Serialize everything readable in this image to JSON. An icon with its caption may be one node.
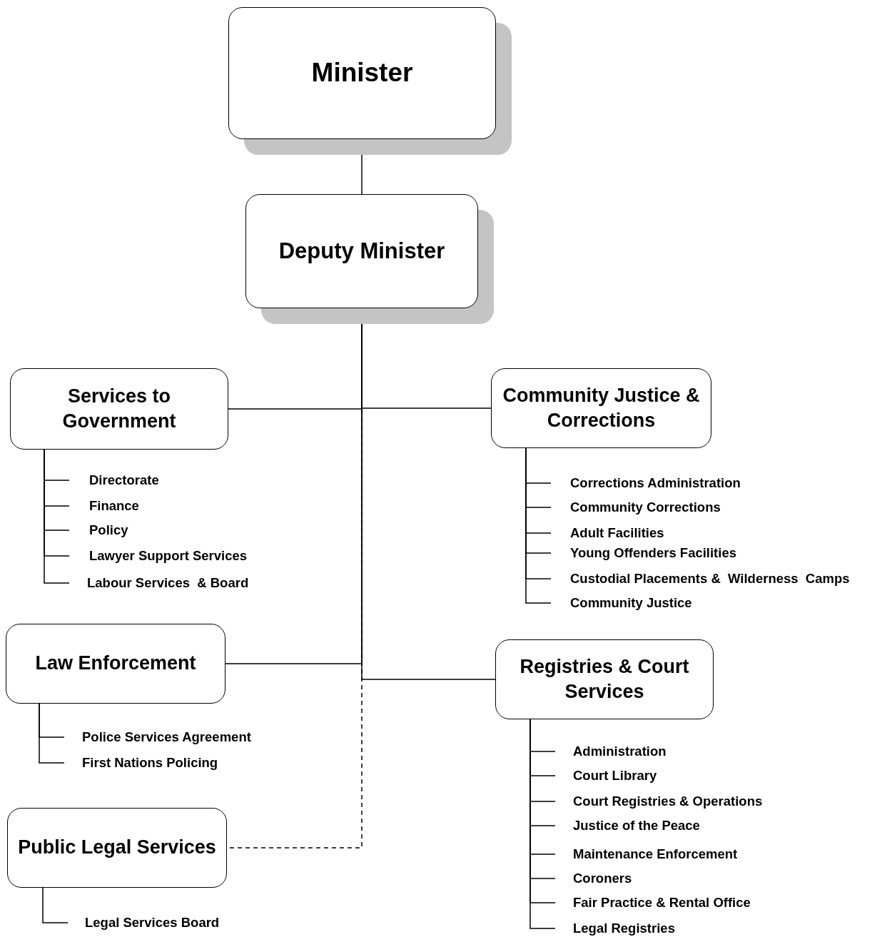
{
  "diagram": {
    "nodes": [
      {
        "text": [
          "Minister"
        ]
      },
      {
        "text": [
          "Deputy Minister"
        ]
      },
      {
        "text": [
          "Services to Government"
        ]
      },
      {
        "text": [
          "Community Justice & Corrections"
        ]
      },
      {
        "text": [
          "Law Enforcement"
        ]
      },
      {
        "text": [
          "Registries & Court Services"
        ]
      },
      {
        "text": [
          "Public Legal Services"
        ]
      },
      {
        "text": [
          "Directorate"
        ]
      },
      {
        "text": [
          "Finance"
        ]
      },
      {
        "text": [
          "Policy"
        ]
      },
      {
        "text": [
          "Lawyer Support Services"
        ]
      },
      {
        "text": [
          "Labour Services  & Board"
        ]
      },
      {
        "text": [
          "Corrections Administration"
        ]
      },
      {
        "text": [
          "Community Corrections"
        ]
      },
      {
        "text": [
          "Adult Facilities"
        ]
      },
      {
        "text": [
          "Young Offenders Facilities"
        ]
      },
      {
        "text": [
          "Custodial Placements &  Wilderness  Camps"
        ]
      },
      {
        "text": [
          "Community Justice"
        ]
      },
      {
        "text": [
          "Police Services Agreement"
        ]
      },
      {
        "text": [
          "First Nations Policing"
        ]
      },
      {
        "text": [
          "Administration"
        ]
      },
      {
        "text": [
          "Court Library"
        ]
      },
      {
        "text": [
          "Court Registries & Operations"
        ]
      },
      {
        "text": [
          "Justice of the Peace"
        ]
      },
      {
        "text": [
          "Maintenance Enforcement"
        ]
      },
      {
        "text": [
          "Coroners"
        ]
      },
      {
        "text": [
          "Fair Practice & Rental Office"
        ]
      },
      {
        "text": [
          "Legal Registries"
        ]
      },
      {
        "text": [
          "Legal Services Board"
        ]
      }
    ],
    "edges": [
      {
        "from": 0,
        "to": 1,
        "arrow": "none"
      },
      {
        "from": 1,
        "to": 2,
        "arrow": "none"
      },
      {
        "from": 1,
        "to": 3,
        "arrow": "none"
      },
      {
        "from": 1,
        "to": 4,
        "arrow": "none"
      },
      {
        "from": 1,
        "to": 5,
        "arrow": "none"
      },
      {
        "from": 1,
        "to": 6,
        "arrow": "none",
        "style": "dashed"
      },
      {
        "from": 2,
        "to": 7,
        "arrow": "none"
      },
      {
        "from": 2,
        "to": 8,
        "arrow": "none"
      },
      {
        "from": 2,
        "to": 9,
        "arrow": "none"
      },
      {
        "from": 2,
        "to": 10,
        "arrow": "none"
      },
      {
        "from": 2,
        "to": 11,
        "arrow": "none"
      },
      {
        "from": 3,
        "to": 12,
        "arrow": "none"
      },
      {
        "from": 3,
        "to": 13,
        "arrow": "none"
      },
      {
        "from": 3,
        "to": 14,
        "arrow": "none"
      },
      {
        "from": 3,
        "to": 15,
        "arrow": "none"
      },
      {
        "from": 3,
        "to": 16,
        "arrow": "none"
      },
      {
        "from": 3,
        "to": 17,
        "arrow": "none"
      },
      {
        "from": 4,
        "to": 18,
        "arrow": "none"
      },
      {
        "from": 4,
        "to": 19,
        "arrow": "none"
      },
      {
        "from": 5,
        "to": 20,
        "arrow": "none"
      },
      {
        "from": 5,
        "to": 21,
        "arrow": "none"
      },
      {
        "from": 5,
        "to": 22,
        "arrow": "none"
      },
      {
        "from": 5,
        "to": 23,
        "arrow": "none"
      },
      {
        "from": 5,
        "to": 24,
        "arrow": "none"
      },
      {
        "from": 5,
        "to": 25,
        "arrow": "none"
      },
      {
        "from": 5,
        "to": 26,
        "arrow": "none"
      },
      {
        "from": 5,
        "to": 27,
        "arrow": "none"
      },
      {
        "from": 6,
        "to": 28,
        "arrow": "none"
      }
    ]
  }
}
